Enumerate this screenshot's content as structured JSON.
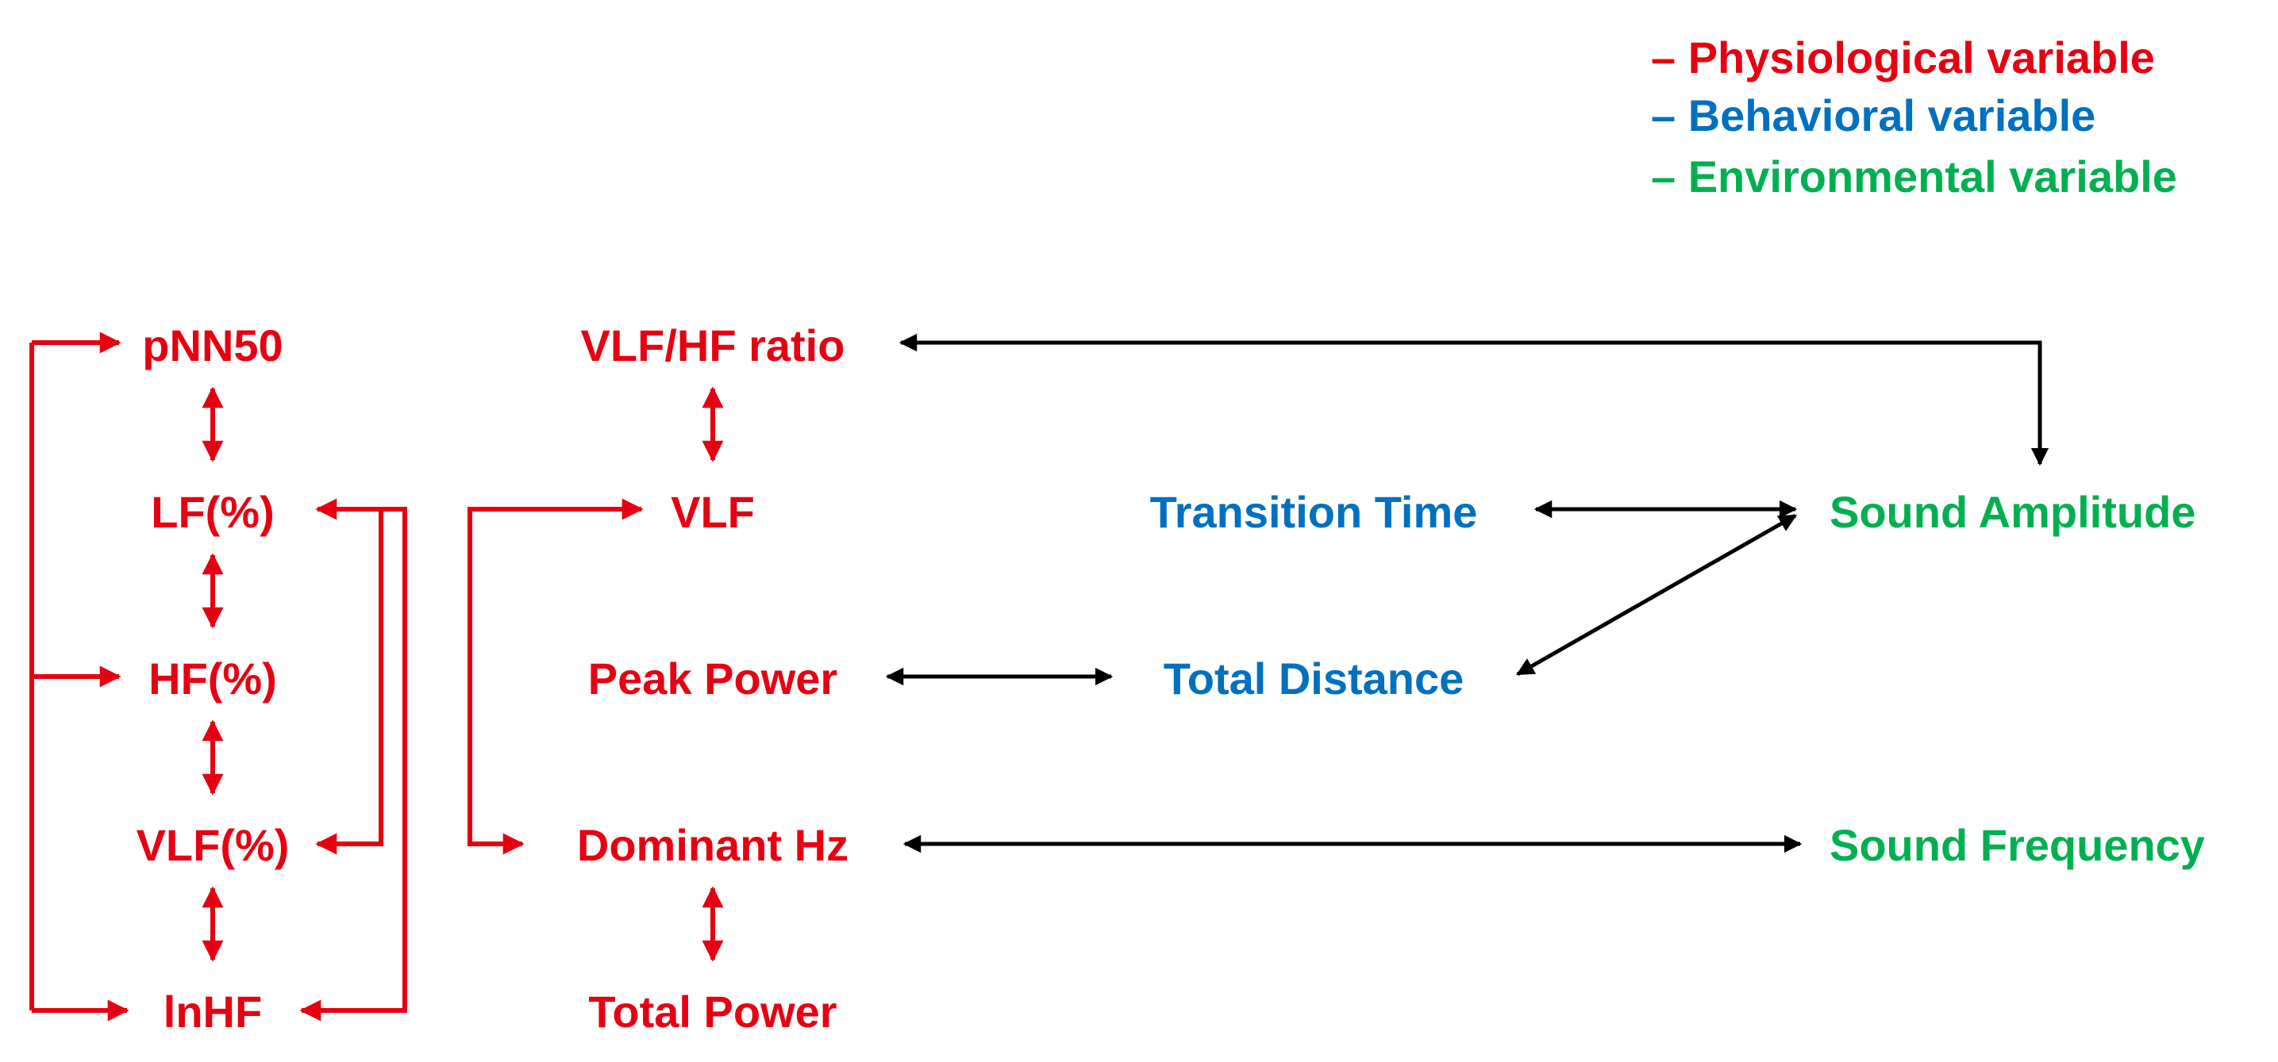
{
  "colors": {
    "physiological": "#e60012",
    "behavioral": "#0070c0",
    "environmental": "#00b050",
    "connector": "#000000"
  },
  "legend": {
    "physiological": "– Physiological variable",
    "behavioral": "– Behavioral variable",
    "environmental": "– Environmental variable"
  },
  "nodes": {
    "pnn50": "pNN50",
    "lf_pct": "LF(%)",
    "hf_pct": "HF(%)",
    "vlf_pct": "VLF(%)",
    "lnhf": "lnHF",
    "vlf_hf_ratio": "VLF/HF ratio",
    "vlf": "VLF",
    "peak_power": "Peak Power",
    "dominant_hz": "Dominant Hz",
    "total_power": "Total Power",
    "transition_time": "Transition Time",
    "total_distance": "Total Distance",
    "sound_amplitude": "Sound Amplitude",
    "sound_frequency": "Sound Frequency"
  }
}
